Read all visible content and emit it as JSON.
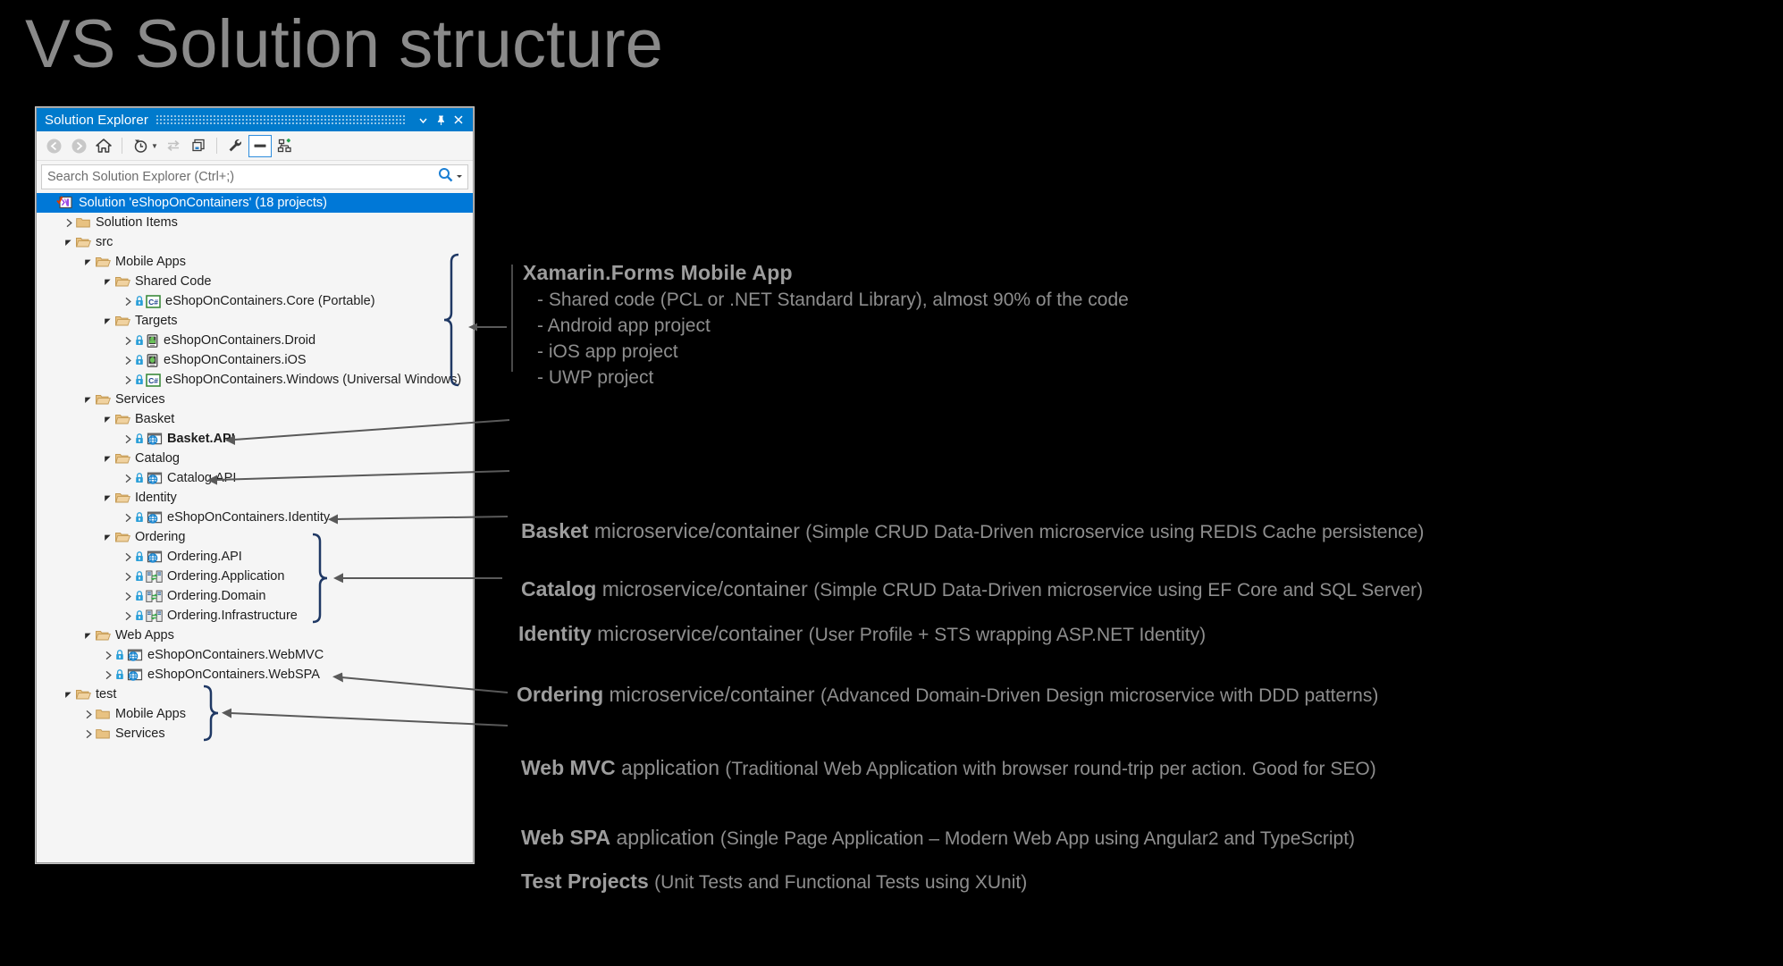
{
  "slide": {
    "title": "VS Solution structure"
  },
  "solution_explorer": {
    "window_title": "Solution Explorer",
    "titlebar_buttons": [
      {
        "name": "dropdown",
        "glyph": "▾"
      },
      {
        "name": "pin",
        "glyph": "pin"
      },
      {
        "name": "close",
        "glyph": "✕"
      }
    ],
    "toolbar_buttons": [
      {
        "name": "back",
        "label": "Back"
      },
      {
        "name": "forward",
        "label": "Forward"
      },
      {
        "name": "home",
        "label": "Home"
      },
      {
        "name": "pending-changes",
        "label": "Pending Changes Filter"
      },
      {
        "name": "pending-changes-dropdown",
        "label": "Filter options"
      },
      {
        "name": "sync-with-active-document",
        "label": "Sync with Active Document"
      },
      {
        "name": "refresh",
        "label": "Refresh"
      },
      {
        "name": "properties",
        "label": "Properties"
      },
      {
        "name": "preview-selected-items",
        "label": "Preview Selected Items"
      },
      {
        "name": "show-all-files",
        "label": "Show All Files"
      }
    ],
    "search": {
      "placeholder": "Search Solution Explorer (Ctrl+;)",
      "value": ""
    },
    "tree": [
      {
        "indent": 0,
        "label": "Solution 'eShopOnContainers' (18 projects)",
        "icon": "solution-icon",
        "twist": "none",
        "selected": true,
        "bold": false,
        "locked": false
      },
      {
        "indent": 1,
        "label": "Solution Items",
        "icon": "folder-closed-icon",
        "twist": "collapsed",
        "selected": false,
        "bold": false,
        "locked": false
      },
      {
        "indent": 1,
        "label": "src",
        "icon": "folder-open-icon",
        "twist": "expanded",
        "selected": false,
        "bold": false,
        "locked": false
      },
      {
        "indent": 2,
        "label": "Mobile Apps",
        "icon": "folder-open-icon",
        "twist": "expanded",
        "selected": false,
        "bold": false,
        "locked": false
      },
      {
        "indent": 3,
        "label": "Shared Code",
        "icon": "folder-open-icon",
        "twist": "expanded",
        "selected": false,
        "bold": false,
        "locked": false
      },
      {
        "indent": 4,
        "label": "eShopOnContainers.Core (Portable)",
        "icon": "csharp-project-icon",
        "twist": "collapsed",
        "selected": false,
        "bold": false,
        "locked": true
      },
      {
        "indent": 3,
        "label": "Targets",
        "icon": "folder-open-icon",
        "twist": "expanded",
        "selected": false,
        "bold": false,
        "locked": false
      },
      {
        "indent": 4,
        "label": "eShopOnContainers.Droid",
        "icon": "android-project-icon",
        "twist": "collapsed",
        "selected": false,
        "bold": false,
        "locked": true
      },
      {
        "indent": 4,
        "label": "eShopOnContainers.iOS",
        "icon": "ios-project-icon",
        "twist": "collapsed",
        "selected": false,
        "bold": false,
        "locked": true
      },
      {
        "indent": 4,
        "label": "eShopOnContainers.Windows (Universal Windows)",
        "icon": "csharp-project-icon",
        "twist": "collapsed",
        "selected": false,
        "bold": false,
        "locked": true
      },
      {
        "indent": 2,
        "label": "Services",
        "icon": "folder-open-icon",
        "twist": "expanded",
        "selected": false,
        "bold": false,
        "locked": false
      },
      {
        "indent": 3,
        "label": "Basket",
        "icon": "folder-open-icon",
        "twist": "expanded",
        "selected": false,
        "bold": false,
        "locked": false
      },
      {
        "indent": 4,
        "label": "Basket.API",
        "icon": "web-project-icon",
        "twist": "collapsed",
        "selected": false,
        "bold": true,
        "locked": true
      },
      {
        "indent": 3,
        "label": "Catalog",
        "icon": "folder-open-icon",
        "twist": "expanded",
        "selected": false,
        "bold": false,
        "locked": false
      },
      {
        "indent": 4,
        "label": "Catalog.API",
        "icon": "web-project-icon",
        "twist": "collapsed",
        "selected": false,
        "bold": false,
        "locked": true
      },
      {
        "indent": 3,
        "label": "Identity",
        "icon": "folder-open-icon",
        "twist": "expanded",
        "selected": false,
        "bold": false,
        "locked": false
      },
      {
        "indent": 4,
        "label": "eShopOnContainers.Identity",
        "icon": "web-project-icon",
        "twist": "collapsed",
        "selected": false,
        "bold": false,
        "locked": true
      },
      {
        "indent": 3,
        "label": "Ordering",
        "icon": "folder-open-icon",
        "twist": "expanded",
        "selected": false,
        "bold": false,
        "locked": false
      },
      {
        "indent": 4,
        "label": "Ordering.API",
        "icon": "web-project-icon",
        "twist": "collapsed",
        "selected": false,
        "bold": false,
        "locked": true
      },
      {
        "indent": 4,
        "label": "Ordering.Application",
        "icon": "library-project-icon",
        "twist": "collapsed",
        "selected": false,
        "bold": false,
        "locked": true
      },
      {
        "indent": 4,
        "label": "Ordering.Domain",
        "icon": "library-project-icon",
        "twist": "collapsed",
        "selected": false,
        "bold": false,
        "locked": true
      },
      {
        "indent": 4,
        "label": "Ordering.Infrastructure",
        "icon": "library-project-icon",
        "twist": "collapsed",
        "selected": false,
        "bold": false,
        "locked": true
      },
      {
        "indent": 2,
        "label": "Web Apps",
        "icon": "folder-open-icon",
        "twist": "expanded",
        "selected": false,
        "bold": false,
        "locked": false
      },
      {
        "indent": 3,
        "label": "eShopOnContainers.WebMVC",
        "icon": "web-project-icon",
        "twist": "collapsed",
        "selected": false,
        "bold": false,
        "locked": true
      },
      {
        "indent": 3,
        "label": "eShopOnContainers.WebSPA",
        "icon": "web-project-icon",
        "twist": "collapsed",
        "selected": false,
        "bold": false,
        "locked": true
      },
      {
        "indent": 1,
        "label": "test",
        "icon": "folder-open-icon",
        "twist": "expanded",
        "selected": false,
        "bold": false,
        "locked": false
      },
      {
        "indent": 2,
        "label": "Mobile Apps",
        "icon": "folder-closed-icon",
        "twist": "collapsed",
        "selected": false,
        "bold": false,
        "locked": false
      },
      {
        "indent": 2,
        "label": "Services",
        "icon": "folder-closed-icon",
        "twist": "collapsed",
        "selected": false,
        "bold": false,
        "locked": false
      }
    ]
  },
  "annotations": {
    "xamarin": {
      "heading": "Xamarin.Forms Mobile App",
      "bullets": [
        "- Shared code (PCL or .NET Standard Library), almost 90% of the code",
        "- Android app project",
        "- iOS app project",
        "- UWP project"
      ]
    },
    "items": [
      {
        "name": "Basket",
        "middle": " microservice/container ",
        "detail": "(Simple CRUD Data-Driven microservice using REDIS Cache persistence)"
      },
      {
        "name": "Catalog",
        "middle": " microservice/container ",
        "detail": "(Simple CRUD Data-Driven microservice using EF Core and SQL Server)"
      },
      {
        "name": "Identity",
        "middle": " microservice/container ",
        "detail": "(User Profile + STS wrapping ASP.NET Identity)"
      },
      {
        "name": "Ordering",
        "middle": " microservice/container ",
        "detail": "(Advanced Domain-Driven Design microservice with DDD patterns)"
      },
      {
        "name": "Web MVC",
        "middle": " application ",
        "detail": "(Traditional Web Application with browser round-trip per action. Good for SEO)"
      },
      {
        "name": "Web SPA",
        "middle": " application ",
        "detail": "(Single Page Application – Modern Web App using Angular2 and TypeScript)"
      },
      {
        "name": "Test Projects",
        "middle": " ",
        "detail": "(Unit Tests and Functional Tests using XUnit)"
      }
    ]
  },
  "colors": {
    "background": "#000000",
    "accent_blue": "#007acc",
    "selection_blue": "#0078d7",
    "annotation_gray": "#8e8e8e",
    "title_gray": "#8a8a8a",
    "bracket_navy": "#1f3864"
  }
}
